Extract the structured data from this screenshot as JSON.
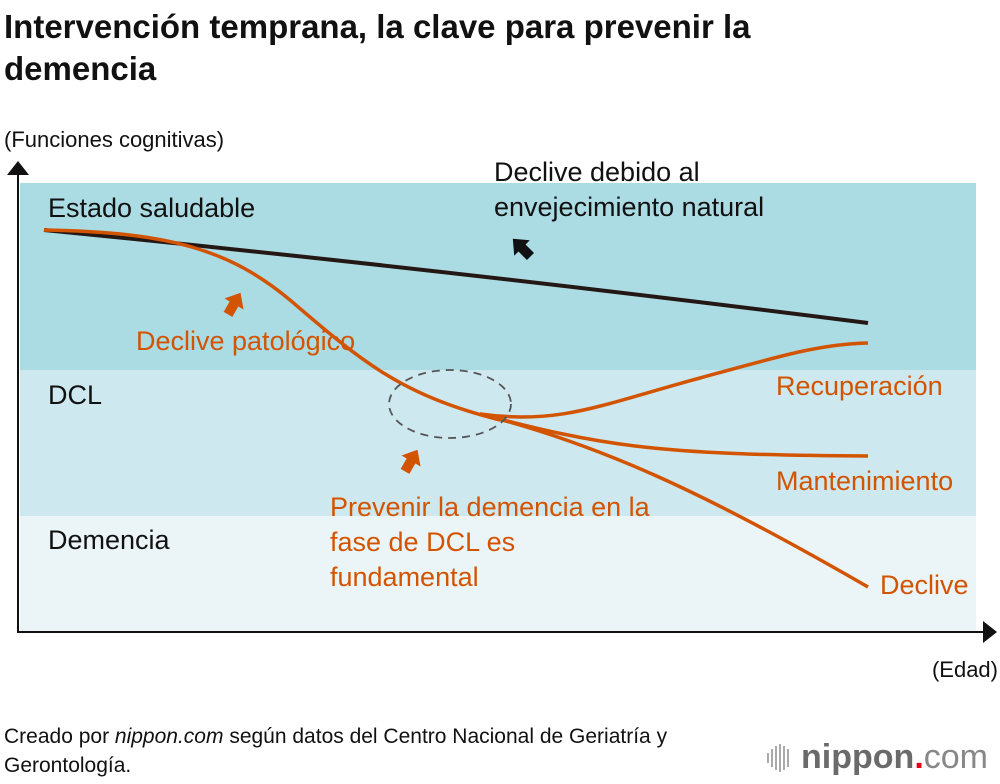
{
  "title": "Intervención temprana, la clave para prevenir la demencia",
  "y_axis_label": "(Funciones cognitivas)",
  "x_axis_label": "(Edad)",
  "zones": [
    "Estado saludable",
    "DCL",
    "Demencia"
  ],
  "annotations": {
    "natural": "Declive debido al envejecimiento natural",
    "pathological": "Declive patológico",
    "prevent": "Prevenir la demencia en la fase de DCL es fundamental",
    "recovery": "Recuperación",
    "maintenance": "Mantenimiento",
    "decline": "Declive"
  },
  "footer": {
    "prefix": "Creado por ",
    "source": "nippon.com",
    "suffix": " según datos del Centro Nacional de Geriatría y Gerontología."
  },
  "logo": {
    "name": "nippon",
    "dot": ".",
    "tld": "com"
  },
  "colors": {
    "healthy": "#abdbe3",
    "mci": "#cee8ef",
    "dementia": "#ebf5f8",
    "orange": "#d35400",
    "black": "#231815"
  }
}
